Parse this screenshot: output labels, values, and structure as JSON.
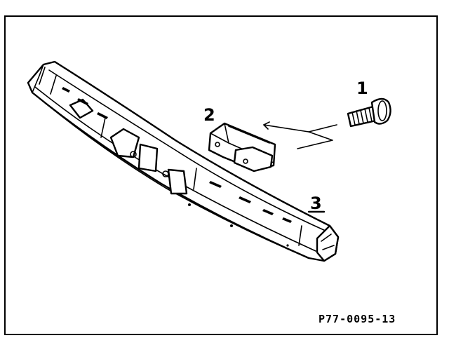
{
  "diagram": {
    "callouts": [
      {
        "id": "1",
        "label": "1",
        "part": "screw"
      },
      {
        "id": "2",
        "label": "2",
        "part": "clip-nut"
      },
      {
        "id": "3",
        "label": "3",
        "part": "bumper-reinforcement-bar"
      }
    ],
    "reference_code": "P77-0095-13",
    "ink_color": "#000000",
    "paper_color": "#ffffff"
  }
}
